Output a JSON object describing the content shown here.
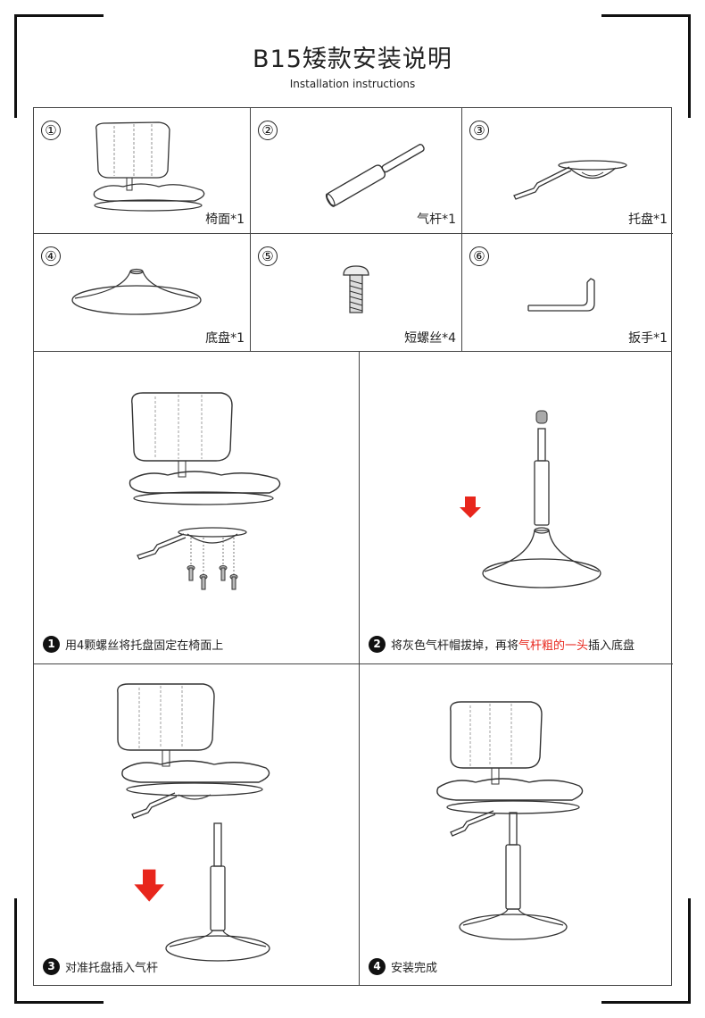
{
  "header": {
    "title": "B15矮款安装说明",
    "subtitle": "Installation instructions"
  },
  "parts": [
    {
      "number": "①",
      "label": "椅面*1",
      "icon": "chair-seat-icon"
    },
    {
      "number": "②",
      "label": "气杆*1",
      "icon": "gas-lift-icon"
    },
    {
      "number": "③",
      "label": "托盘*1",
      "icon": "tray-mechanism-icon"
    },
    {
      "number": "④",
      "label": "底盘*1",
      "icon": "base-disc-icon"
    },
    {
      "number": "⑤",
      "label": "短螺丝*4",
      "icon": "screw-icon"
    },
    {
      "number": "⑥",
      "label": "扳手*1",
      "icon": "hex-wrench-icon"
    }
  ],
  "steps": [
    {
      "badge": "1",
      "text": "用4颗螺丝将托盘固定在椅面上"
    },
    {
      "badge": "2",
      "text_before": "将灰色气杆帽拔掉，再将",
      "text_highlight": "气杆粗的一头",
      "text_after": "插入底盘",
      "highlight_color": "#e8261c"
    },
    {
      "badge": "3",
      "text": "对准托盘插入气杆"
    },
    {
      "badge": "4",
      "text": "安装完成"
    }
  ],
  "colors": {
    "arrow": "#e8261c",
    "line": "#222222"
  }
}
